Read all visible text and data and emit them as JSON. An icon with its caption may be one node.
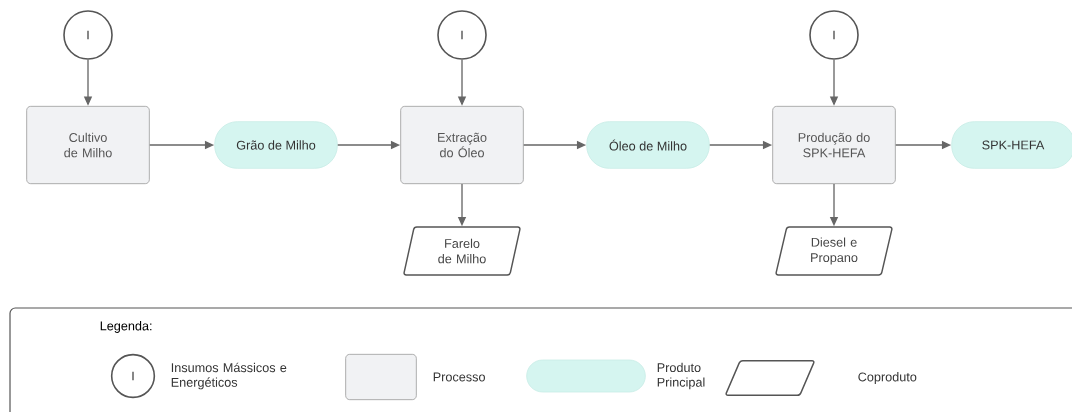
{
  "diagram": {
    "nodes": [
      {
        "text": [
          "I"
        ]
      },
      {
        "text": [
          "Cultivo de Milho"
        ]
      },
      {
        "text": [
          "Grão de Milho"
        ]
      },
      {
        "text": [
          "I"
        ]
      },
      {
        "text": [
          "Extração do Óleo"
        ]
      },
      {
        "text": [
          "Farelo de Milho"
        ]
      },
      {
        "text": [
          "Óleo de Milho"
        ]
      },
      {
        "text": [
          "I"
        ]
      },
      {
        "text": [
          "Produção do SPK-HEFA"
        ]
      },
      {
        "text": [
          "Diesel e Propano"
        ]
      },
      {
        "text": [
          "SPK-HEFA"
        ]
      }
    ],
    "edges": [
      {
        "from": 0,
        "to": 1,
        "arrow": "to"
      },
      {
        "from": 1,
        "to": 2,
        "arrow": "to"
      },
      {
        "from": 2,
        "to": 4,
        "arrow": "to"
      },
      {
        "from": 3,
        "to": 4,
        "arrow": "to"
      },
      {
        "from": 4,
        "to": 5,
        "arrow": "to"
      },
      {
        "from": 4,
        "to": 6,
        "arrow": "to"
      },
      {
        "from": 6,
        "to": 8,
        "arrow": "to"
      },
      {
        "from": 7,
        "to": 8,
        "arrow": "to"
      },
      {
        "from": 8,
        "to": 9,
        "arrow": "to"
      },
      {
        "from": 8,
        "to": 10,
        "arrow": "to"
      }
    ],
    "labels": [
      "Legenda:",
      "I"
    ],
    "legend": [
      {
        "text": "Insumos Mássicos e Energéticos"
      },
      {
        "text": "Processo",
        "color": "#f1f2f4"
      },
      {
        "text": "Produto Principal",
        "color": "#d5f5f0"
      },
      {
        "text": "Coproduto"
      }
    ]
  }
}
